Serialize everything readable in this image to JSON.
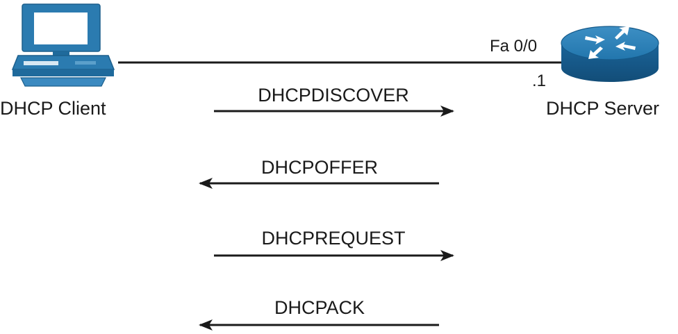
{
  "nodes": {
    "client": {
      "label": "DHCP Client",
      "icon": "desktop-computer-icon",
      "color": "#2b7bb0"
    },
    "server": {
      "label": "DHCP Server",
      "icon": "router-icon",
      "color": "#1d6b9e"
    }
  },
  "link": {
    "interface": "Fa 0/0",
    "address": ".1"
  },
  "messages": [
    {
      "label": "DHCPDISCOVER",
      "direction": "client-to-server"
    },
    {
      "label": "DHCPOFFER",
      "direction": "server-to-client"
    },
    {
      "label": "DHCPREQUEST",
      "direction": "client-to-server"
    },
    {
      "label": "DHCPACK",
      "direction": "server-to-client"
    }
  ]
}
